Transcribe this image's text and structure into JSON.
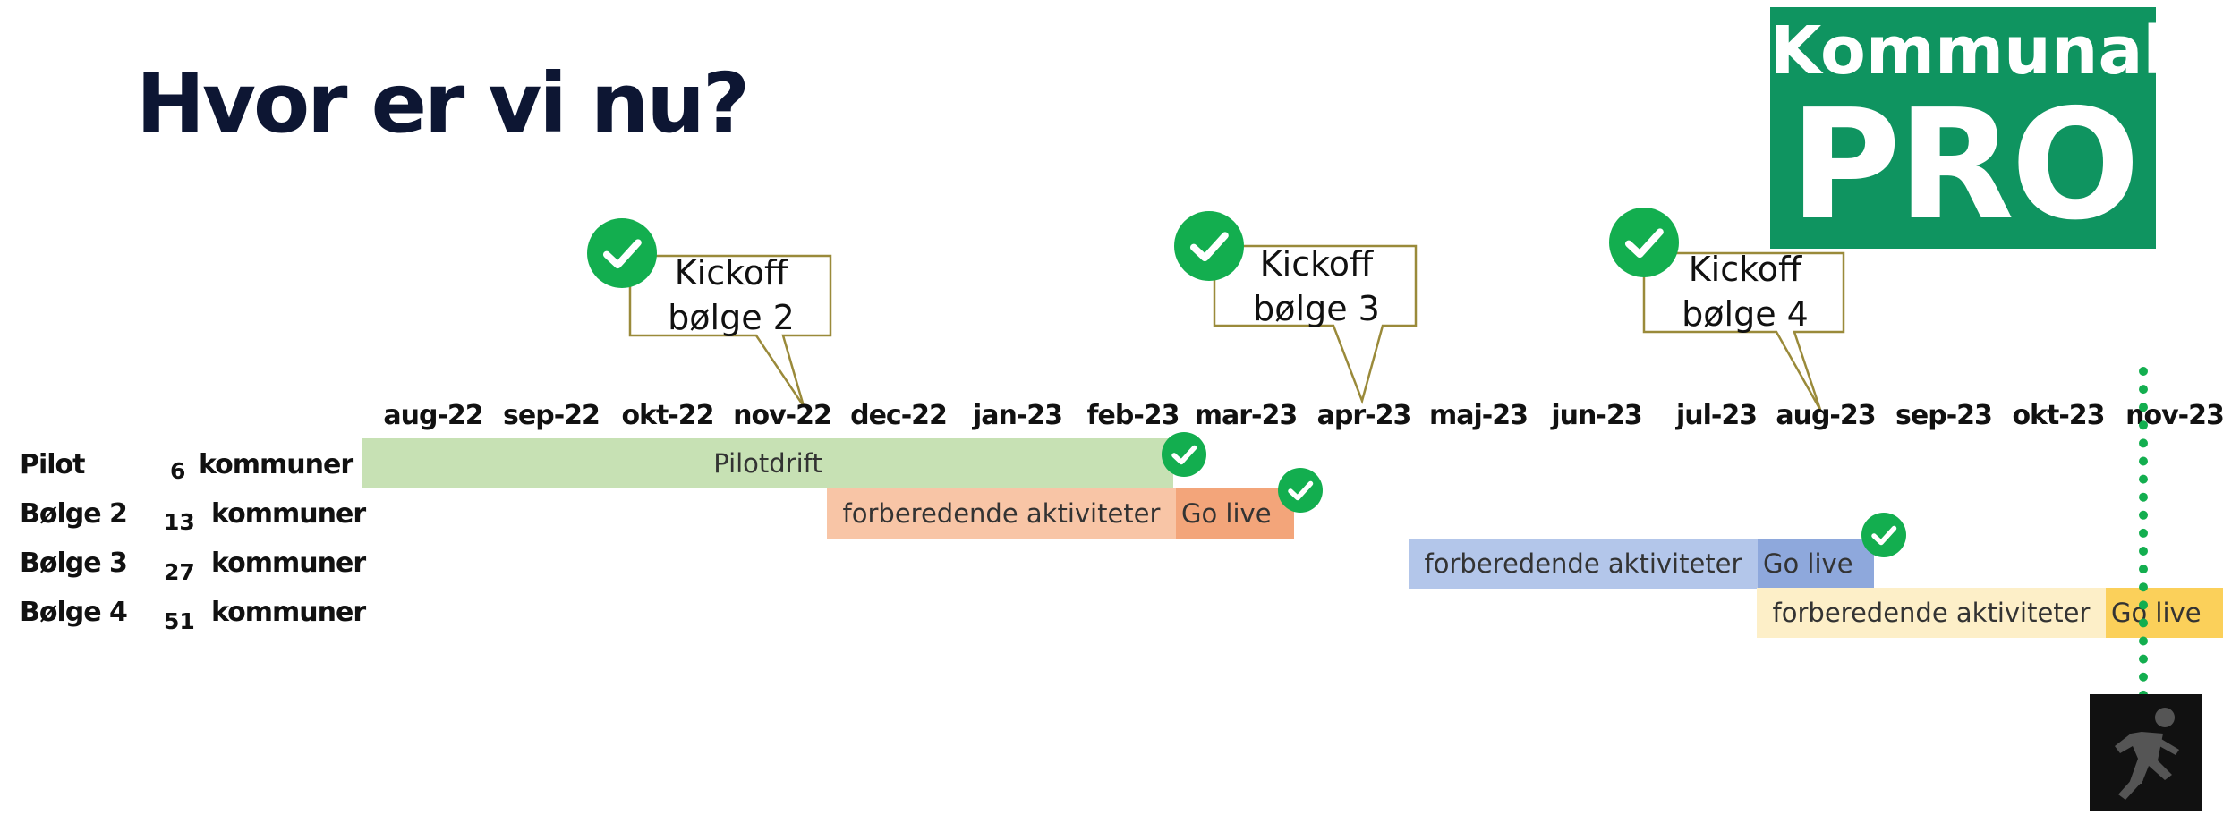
{
  "title": "Hvor er vi nu?",
  "logo": {
    "line1": "Kommunal",
    "line2": "PRO"
  },
  "months": [
    "aug-22",
    "sep-22",
    "okt-22",
    "nov-22",
    "dec-22",
    "jan-23",
    "feb-23",
    "mar-23",
    "apr-23",
    "maj-23",
    "jun-23",
    "jul-23",
    "aug-23",
    "sep-23",
    "okt-23",
    "nov-23"
  ],
  "rows": [
    {
      "label": "Pilot",
      "count": "6",
      "unit": "kommuner"
    },
    {
      "label": "Bølge 2",
      "count": "13",
      "unit": "kommuner"
    },
    {
      "label": "Bølge 3",
      "count": "27",
      "unit": "kommuner"
    },
    {
      "label": "Bølge 4",
      "count": "51",
      "unit": "kommuner"
    }
  ],
  "bars": {
    "pilot": "Pilotdrift",
    "prep": "forberedende aktiviteter",
    "golive": "Go live"
  },
  "callouts": [
    {
      "line1": "Kickoff",
      "line2": "bølge 2"
    },
    {
      "line1": "Kickoff",
      "line2": "bølge 3"
    },
    {
      "line1": "Kickoff",
      "line2": "bølge 4"
    }
  ],
  "colors": {
    "title": "#0d1633",
    "logo_bg": "#0f9460",
    "check": "#13ae4f",
    "pilot_bar": "#c7e1b4",
    "wave2_prep": "#f8c5a6",
    "wave2_golive": "#f3a57a",
    "wave3_prep": "#b3c6ea",
    "wave3_golive": "#8ea8dc",
    "wave4_prep": "#fdefc8",
    "wave4_golive": "#fbd05a",
    "callout_border": "#9a8a3a"
  },
  "icons": {
    "check": "checkmark-circle-icon",
    "runner": "running-person-icon"
  }
}
